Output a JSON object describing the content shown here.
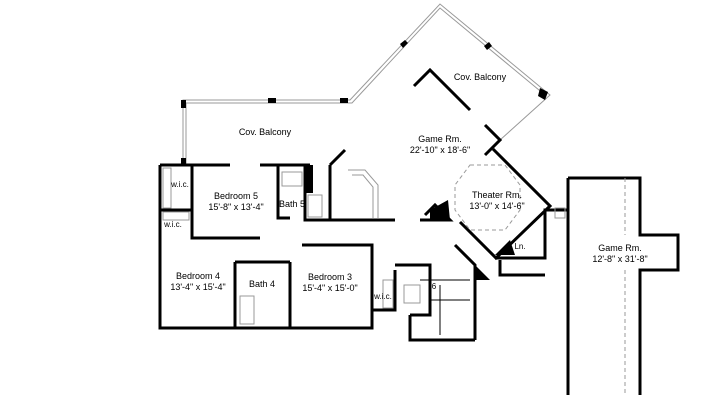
{
  "rooms": [
    {
      "name": "Cov. Balcony",
      "dims": ""
    },
    {
      "name": "Cov. Balcony",
      "dims": ""
    },
    {
      "name": "Game Rm.",
      "dims": "22'-10\" x 18'-6\""
    },
    {
      "name": "Theater Rm.",
      "dims": "13'-0\" x 14'-6\""
    },
    {
      "name": "Game Rm.",
      "dims": "12'-8\" x 31'-8\""
    },
    {
      "name": "Bedroom 5",
      "dims": "15'-8\" x 13'-4\""
    },
    {
      "name": "Bath 5",
      "dims": ""
    },
    {
      "name": "Bedroom 4",
      "dims": "13'-4\" x 15'-4\""
    },
    {
      "name": "Bath 4",
      "dims": ""
    },
    {
      "name": "Bedroom 3",
      "dims": "15'-4\" x 15'-0\""
    },
    {
      "name": "w.i.c.",
      "dims": ""
    },
    {
      "name": "w.i.c.",
      "dims": ""
    },
    {
      "name": "w.i.c.",
      "dims": ""
    },
    {
      "name": "Ln.",
      "dims": ""
    }
  ],
  "stair_marker": "6"
}
